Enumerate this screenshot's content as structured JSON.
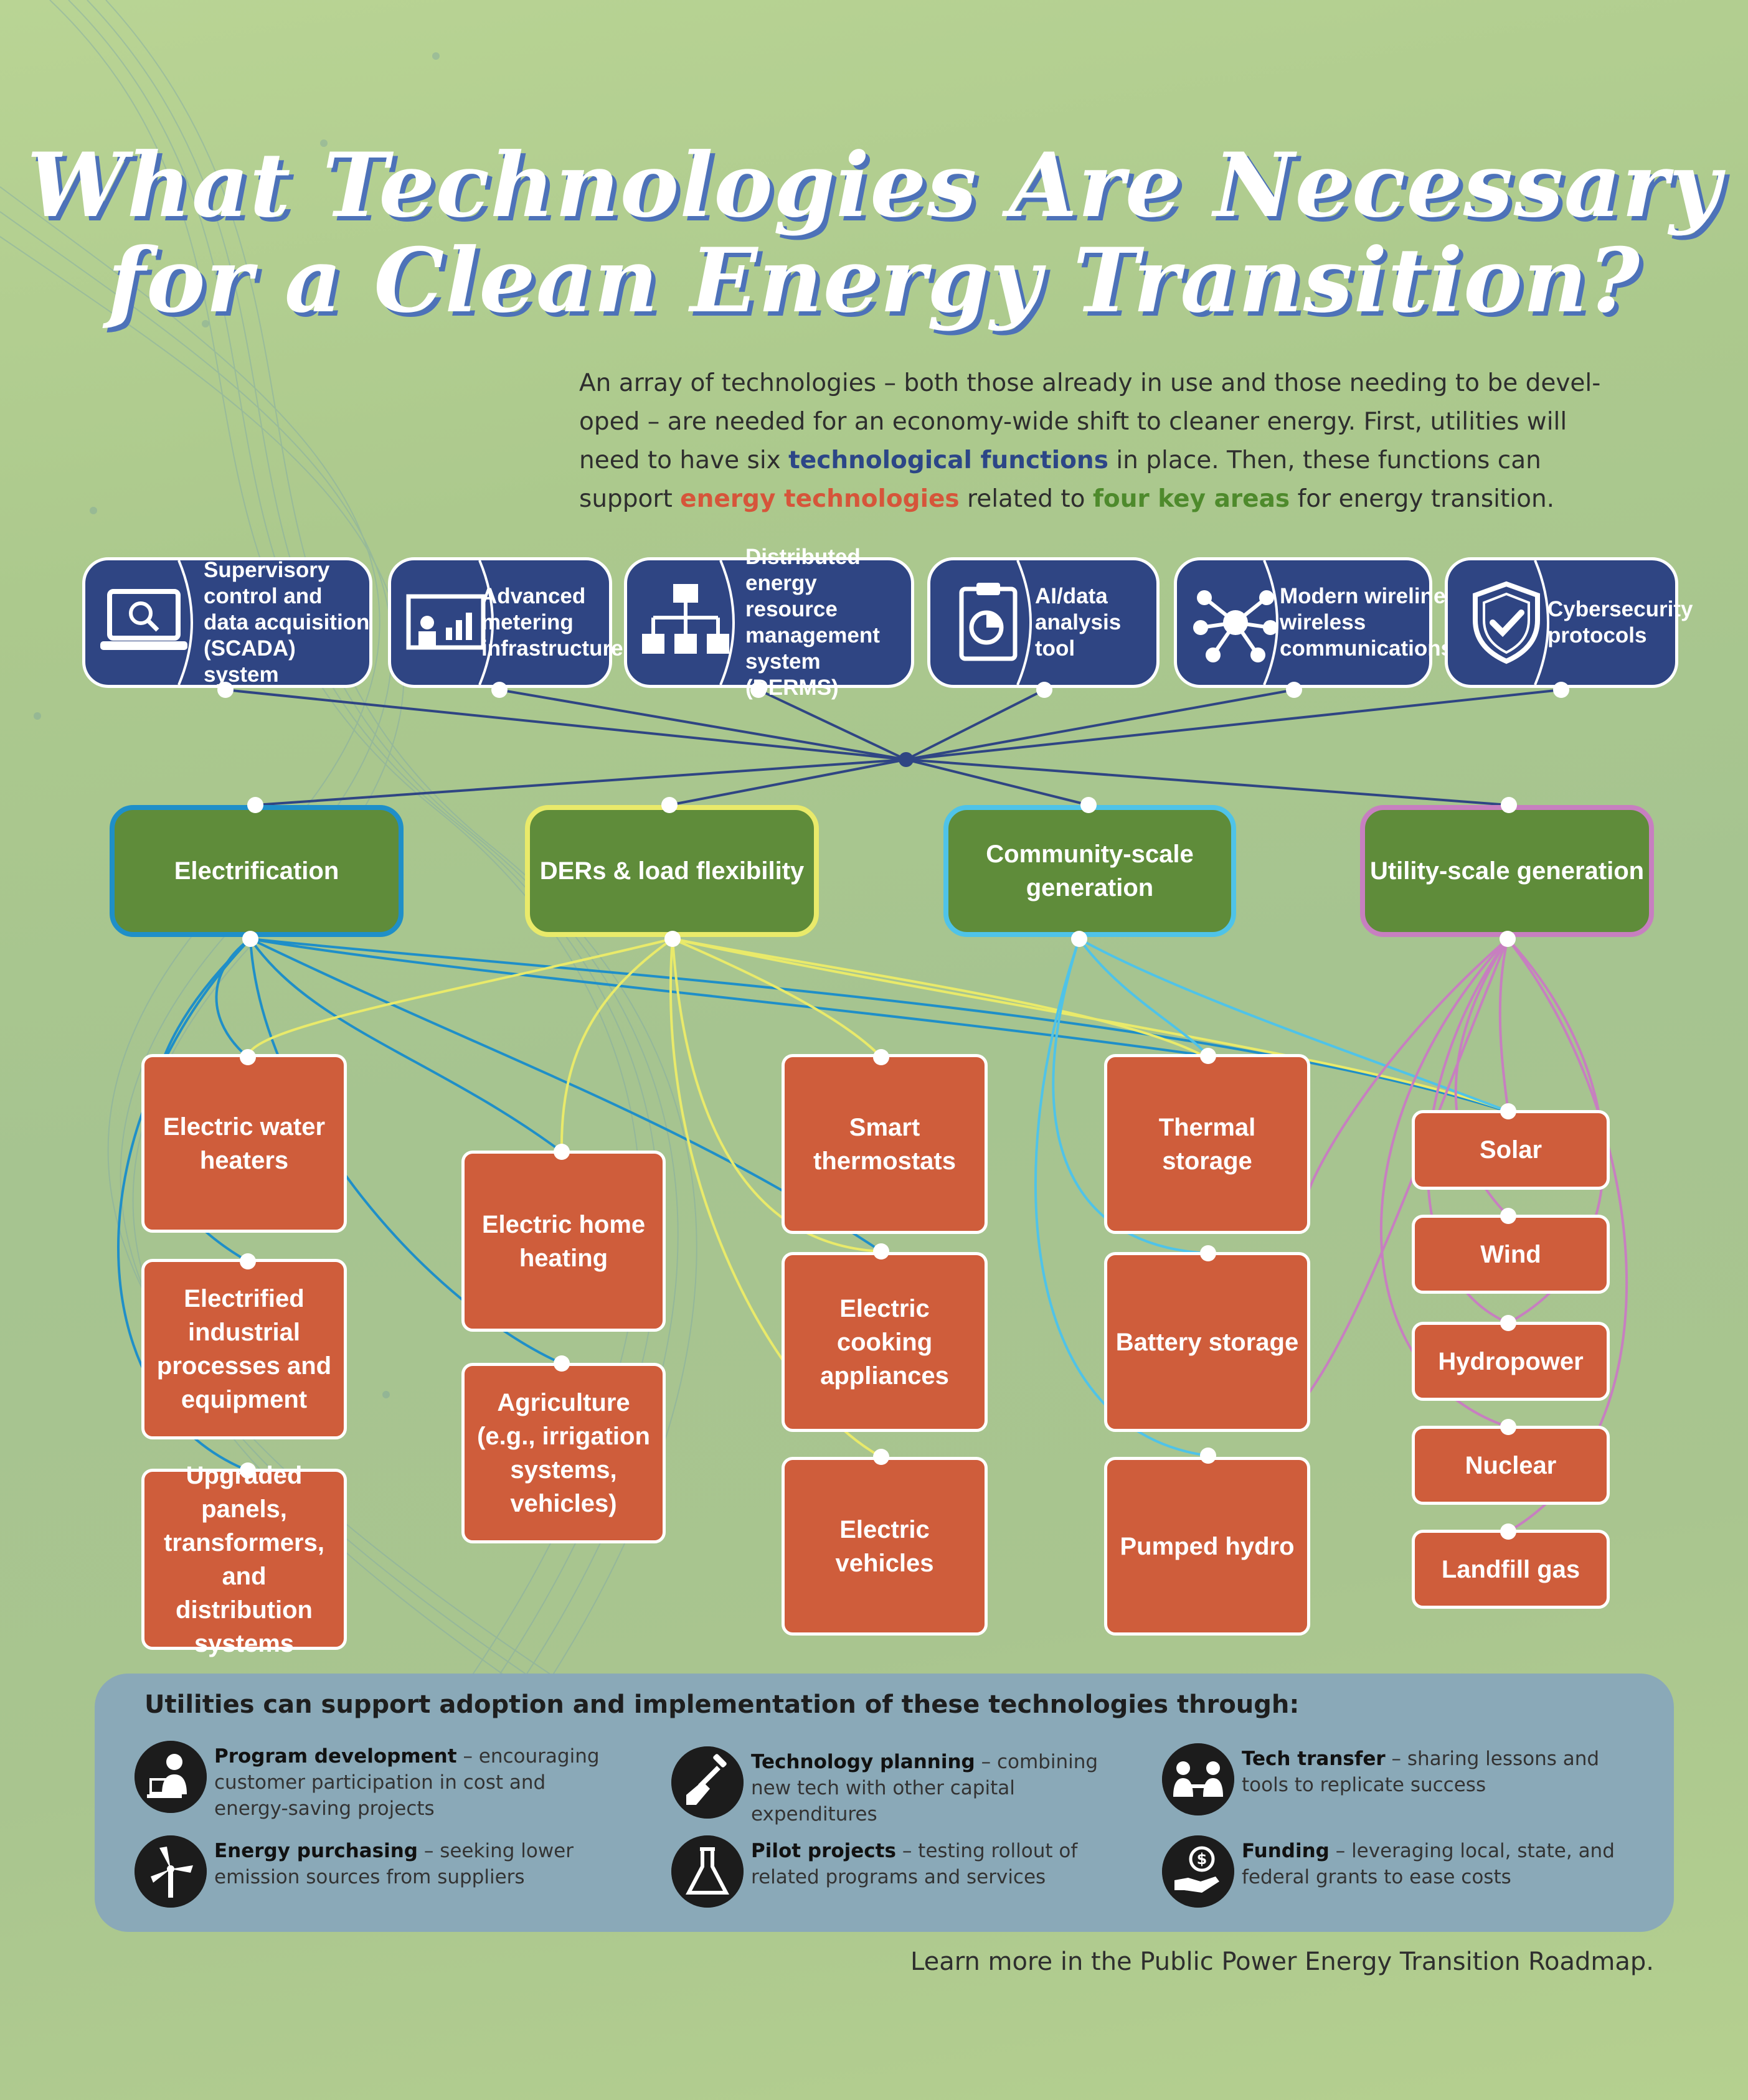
{
  "title": {
    "line1": "What Technologies Are Necessary",
    "line2": "for a Clean Energy Transition?"
  },
  "intro": {
    "part1": "An array of technologies – both those already in use and those needing to be devel-oped – are needed for an economy-wide shift to cleaner energy. First, utilities will need to have six",
    "highlight_functions": "technological functions",
    "part2": "in place. Then, these functions can support",
    "highlight_energy": "energy technologies",
    "part3": "related to",
    "highlight_areas": "four key areas",
    "part4": "for energy transition."
  },
  "functions": [
    {
      "label": "Supervisory control and data acquisition (SCADA) system",
      "icon": "laptop-search-icon"
    },
    {
      "label": "Advanced metering infrastructure",
      "icon": "presentation-chart-icon"
    },
    {
      "label": "Distributed energy resource management system (DERMS)",
      "icon": "hierarchy-icon"
    },
    {
      "label": "AI/data analysis tool",
      "icon": "clipboard-chart-icon"
    },
    {
      "label": "Modern wireline/ wireless communications",
      "icon": "network-hub-icon"
    },
    {
      "label": "Cybersecurity protocols",
      "icon": "shield-check-icon"
    }
  ],
  "areas": [
    {
      "label": "Electrification",
      "border": "#1f8fc8"
    },
    {
      "label": "DERs & load flexibility",
      "border": "#e9ea6a"
    },
    {
      "label": "Community-scale generation",
      "border": "#4fc3e8"
    },
    {
      "label": "Utility-scale generation",
      "border": "#c77fc0"
    }
  ],
  "technologies": {
    "electric_water_heaters": "Electric water heaters",
    "electrified_industrial": "Electrified industrial processes and equipment",
    "upgraded_panels": "Upgraded panels, transformers, and distribution systems",
    "electric_home_heating": "Electric home heating",
    "agriculture": "Agriculture (e.g., irrigation systems, vehicles)",
    "smart_thermostats": "Smart thermostats",
    "electric_cooking": "Electric cooking appliances",
    "electric_vehicles": "Electric vehicles",
    "thermal_storage": "Thermal storage",
    "battery_storage": "Battery storage",
    "pumped_hydro": "Pumped hydro",
    "solar": "Solar",
    "wind": "Wind",
    "hydropower": "Hydropower",
    "nuclear": "Nuclear",
    "landfill_gas": "Landfill gas"
  },
  "support": {
    "title": "Utilities can support adoption and implementation of these technologies through:",
    "items": [
      {
        "name": "Program development",
        "desc": "– encouraging customer participation in cost and energy-saving projects",
        "icon": "person-laptop-icon"
      },
      {
        "name": "Energy purchasing",
        "desc": "– seeking lower emission sources from suppliers",
        "icon": "wind-turbine-icon"
      },
      {
        "name": "Technology planning",
        "desc": "– combining new tech with other capital expenditures",
        "icon": "shovel-icon"
      },
      {
        "name": "Pilot projects",
        "desc": "– testing rollout of related programs and services",
        "icon": "flask-icon"
      },
      {
        "name": "Tech transfer",
        "desc": "– sharing lessons and tools to replicate success",
        "icon": "people-exchange-icon"
      },
      {
        "name": "Funding",
        "desc": "– leveraging local, state, and federal grants to ease costs",
        "icon": "hand-dollar-icon"
      }
    ]
  },
  "footer": "Learn more in the Public Power Energy Transition Roadmap.",
  "colors": {
    "function_blue": "#2f4583",
    "area_green": "#5f8c3a",
    "tech_orange": "#cf5d3b",
    "electrification_line": "#1f8fc8",
    "ders_line": "#e9ea6a",
    "community_line": "#4fc3e8",
    "utility_line": "#c77fc0"
  }
}
